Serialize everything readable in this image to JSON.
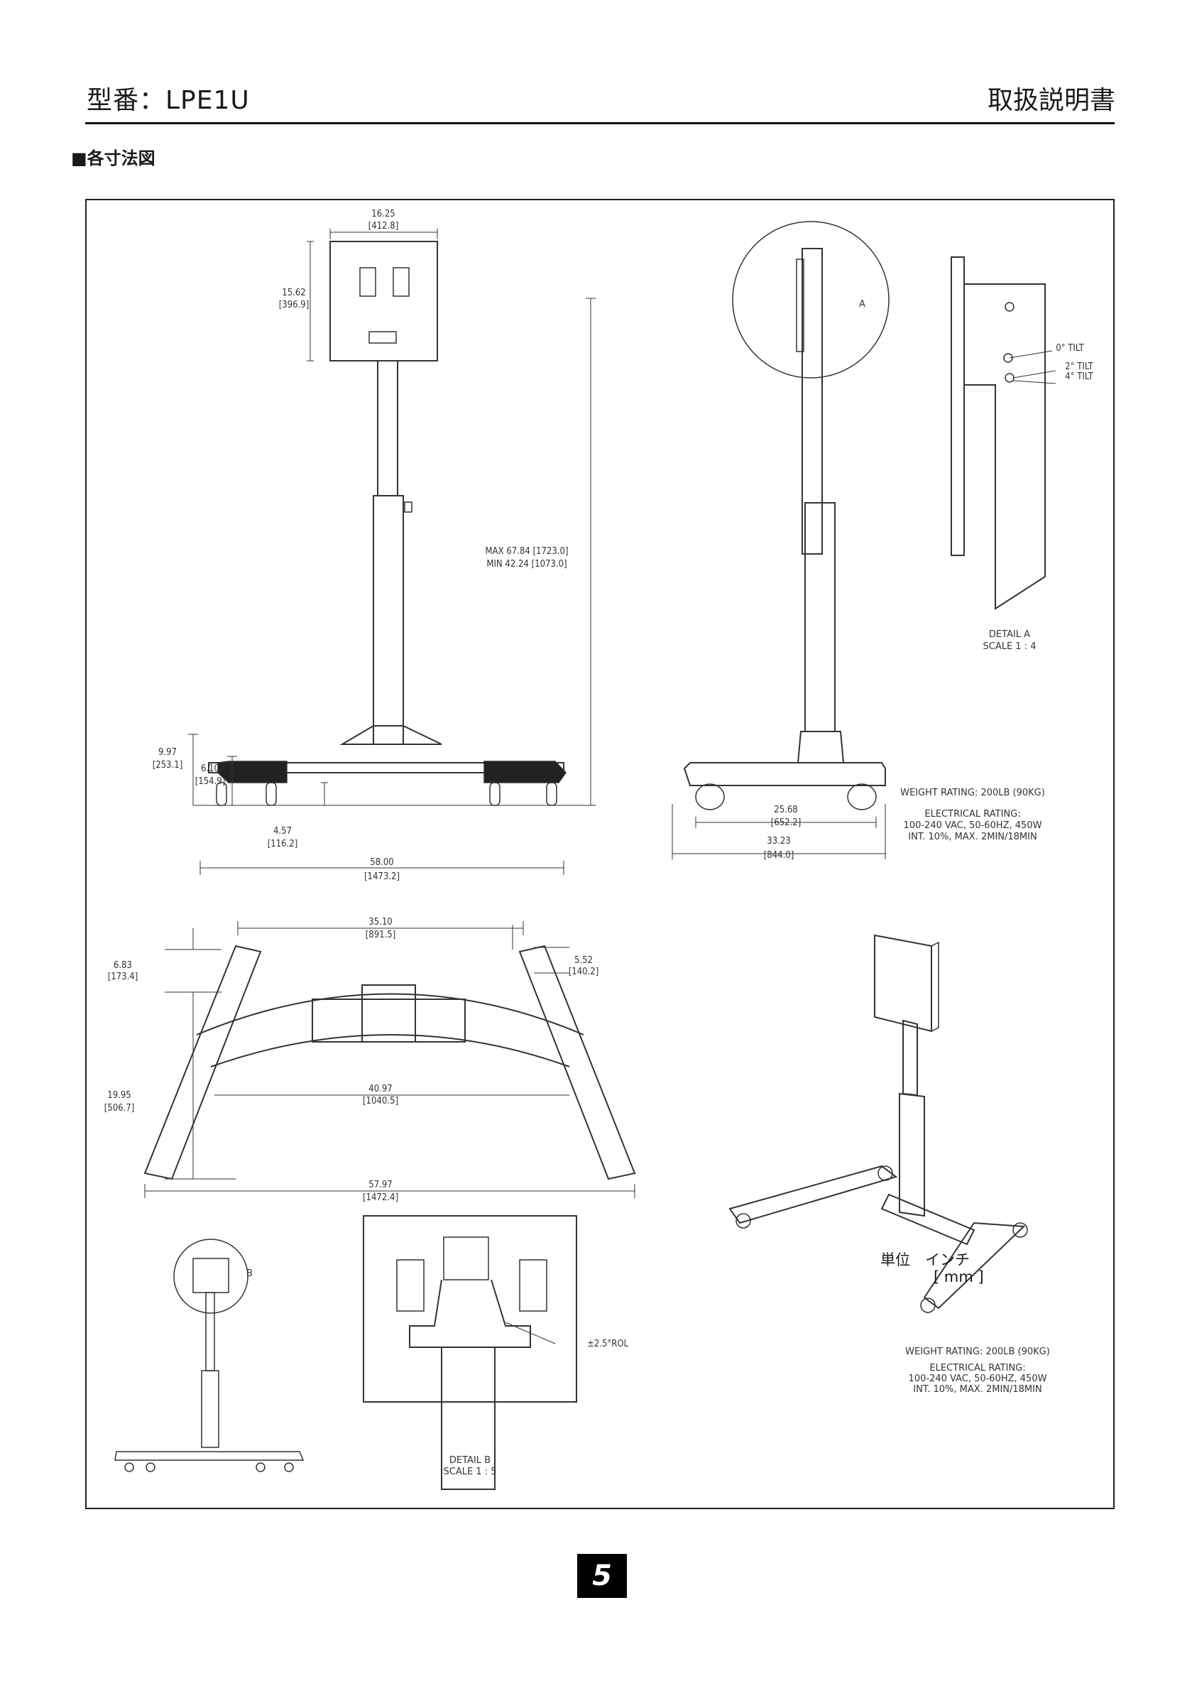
{
  "header": {
    "model": "型番：LPE1U",
    "doc_title": "取扱説明書"
  },
  "section": {
    "title": "■各寸法図"
  },
  "front_view": {
    "width_in": "16.25",
    "width_mm": "[412.8]",
    "height_in": "15.62",
    "height_mm": "[396.9]",
    "max_height": "MAX 67.84 [1723.0]",
    "min_height": "MIN 42.24 [1073.0]",
    "base_h1_in": "9.97",
    "base_h1_mm": "[253.1]",
    "base_h2_in": "6.10",
    "base_h2_mm": "[154.9]",
    "ground_in": "4.57",
    "ground_mm": "[116.2]",
    "base_w_in": "58.00",
    "base_w_mm": "[1473.2]"
  },
  "side_view": {
    "detail_mark": "A",
    "inner_in": "25.68",
    "inner_mm": "[652.2]",
    "outer_in": "33.23",
    "outer_mm": "[844.0]"
  },
  "detail_a": {
    "tilt0": "0° TILT",
    "tilt2": "2° TILT",
    "tilt4": "4° TILT",
    "label": "DETAIL A",
    "scale": "SCALE 1 : 4"
  },
  "ratings_1": {
    "weight": "WEIGHT RATING: 200LB (90KG)",
    "elec_title": "ELECTRICAL RATING:",
    "elec_line1": "100-240 VAC, 50-60HZ, 450W",
    "elec_line2": "INT. 10%, MAX. 2MIN/18MIN"
  },
  "top_view": {
    "span_in": "35.10",
    "span_mm": "[891.5]",
    "left_in": "6.83",
    "left_mm": "[173.4]",
    "right_in": "5.52",
    "right_mm": "[140.2]",
    "depth_in": "19.95",
    "depth_mm": "[506.7]",
    "inner_in": "40.97",
    "inner_mm": "[1040.5]",
    "total_in": "57.97",
    "total_mm": "[1472.4]"
  },
  "detail_b": {
    "roll": "±2.5°ROL",
    "mark": "B",
    "label": "DETAIL B",
    "scale": "SCALE 1 : 5"
  },
  "ratings_2": {
    "weight": "WEIGHT RATING: 200LB (90KG)",
    "elec_title": "ELECTRICAL RATING:",
    "elec_line1": "100-240 VAC, 50-60HZ, 450W",
    "elec_line2": "INT. 10%, MAX. 2MIN/18MIN"
  },
  "units": {
    "label": "単位　インチ",
    "mm": "[ mm ]"
  },
  "page": {
    "number": "5"
  }
}
